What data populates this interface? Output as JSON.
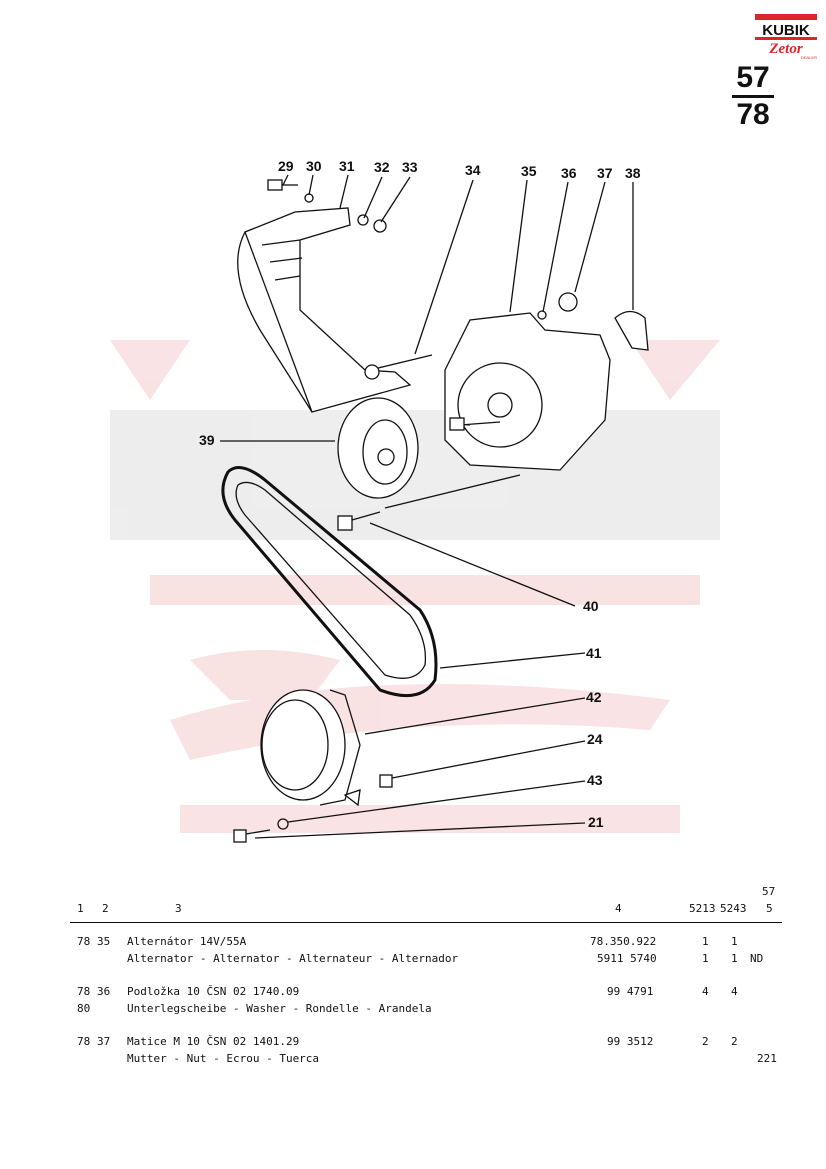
{
  "brand": {
    "logo_top": "KUBIK",
    "logo_bottom": "Zetor",
    "logo_sub": "DEALER"
  },
  "page": {
    "numerator": "57",
    "denominator": "78"
  },
  "callouts": {
    "c29": "29",
    "c30": "30",
    "c31": "31",
    "c32": "32",
    "c33": "33",
    "c34": "34",
    "c35": "35",
    "c36": "36",
    "c37": "37",
    "c38": "38",
    "c39": "39",
    "c40": "40",
    "c41": "41",
    "c42": "42",
    "c24": "24",
    "c43": "43",
    "c21": "21"
  },
  "table": {
    "header": {
      "col1": "1",
      "col2": "2",
      "col3": "3",
      "col4": "4",
      "col5a": "5213",
      "col5b": "5243",
      "col5c": "5",
      "col5_top": "57"
    },
    "rows": [
      {
        "c1": "78",
        "c2": "35",
        "line1": "Alternátor 14V/55A",
        "line2": "Alternator - Alternator - Alternateur - Alternador",
        "part1": "78.350.922",
        "part2": "5911 5740",
        "q1a": "1",
        "q1b": "1",
        "q2a": "1",
        "q2b": "1",
        "note": "ND"
      },
      {
        "c1": "78",
        "c2": "36",
        "c1b": "80",
        "line1": "Podložka 10 ČSN 02 1740.09",
        "line2": "Unterlegscheibe - Washer - Rondelle - Arandela",
        "part1": "99 4791",
        "q1a": "4",
        "q1b": "4"
      },
      {
        "c1": "78",
        "c2": "37",
        "line1": "Matice M 10 ČSN 02 1401.29",
        "line2": "Mutter - Nut - Ecrou - Tuerca",
        "part1": "99 3512",
        "q1a": "2",
        "q1b": "2",
        "page_ref": "221"
      }
    ]
  }
}
